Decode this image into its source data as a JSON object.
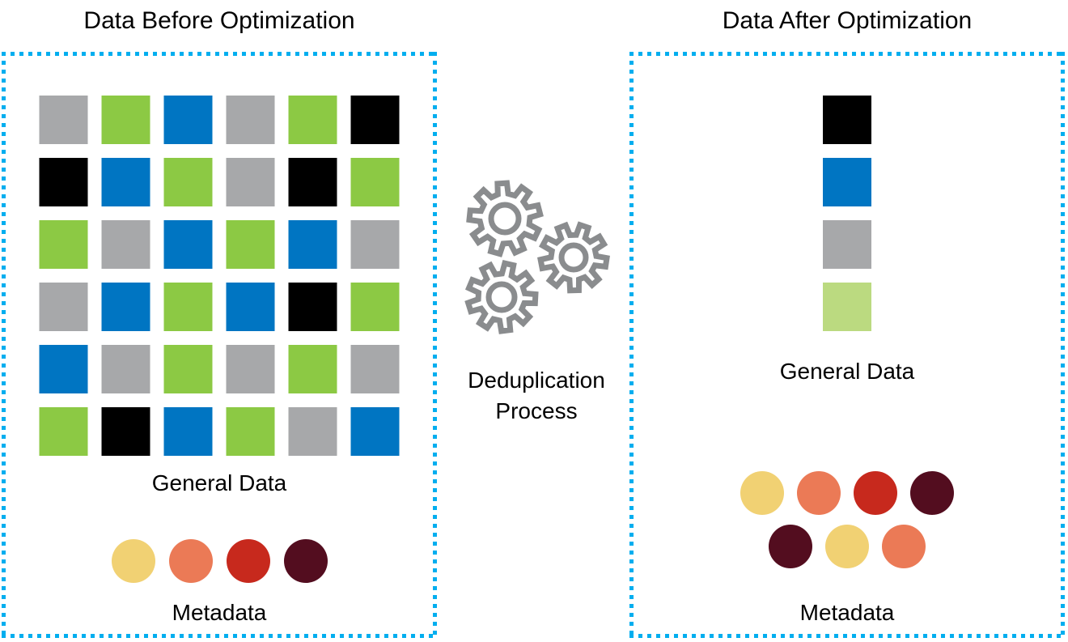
{
  "colors": {
    "gray": "#A7A8AA",
    "green": "#8CC944",
    "blue": "#0075C2",
    "black": "#000000",
    "lightgreen": "#BBDA80",
    "yellow": "#F1D173",
    "salmon": "#EB7A56",
    "red": "#C7291D",
    "maroon": "#530D1F",
    "border": "#00AEEF",
    "gear": "#8A8C8E"
  },
  "before": {
    "title": "Data Before Optimization",
    "general_data_label": "General Data",
    "metadata_label": "Metadata",
    "grid_rows": [
      [
        "gray",
        "green",
        "blue",
        "gray",
        "green",
        "black"
      ],
      [
        "black",
        "blue",
        "green",
        "gray",
        "black",
        "green"
      ],
      [
        "green",
        "gray",
        "blue",
        "green",
        "blue",
        "gray"
      ],
      [
        "gray",
        "blue",
        "green",
        "blue",
        "black",
        "green"
      ],
      [
        "blue",
        "gray",
        "green",
        "gray",
        "green",
        "gray"
      ],
      [
        "green",
        "black",
        "blue",
        "green",
        "gray",
        "blue"
      ]
    ],
    "metadata_dots": [
      "yellow",
      "salmon",
      "red",
      "maroon"
    ]
  },
  "process": {
    "icon": "gears-icon",
    "line1": "Deduplication",
    "line2": "Process"
  },
  "after": {
    "title": "Data After Optimization",
    "general_data_label": "General Data",
    "metadata_label": "Metadata",
    "stack": [
      "black",
      "blue",
      "gray",
      "lightgreen"
    ],
    "metadata_dot_rows": [
      [
        "yellow",
        "salmon",
        "red",
        "maroon"
      ],
      [
        "maroon",
        "yellow",
        "salmon"
      ]
    ]
  }
}
